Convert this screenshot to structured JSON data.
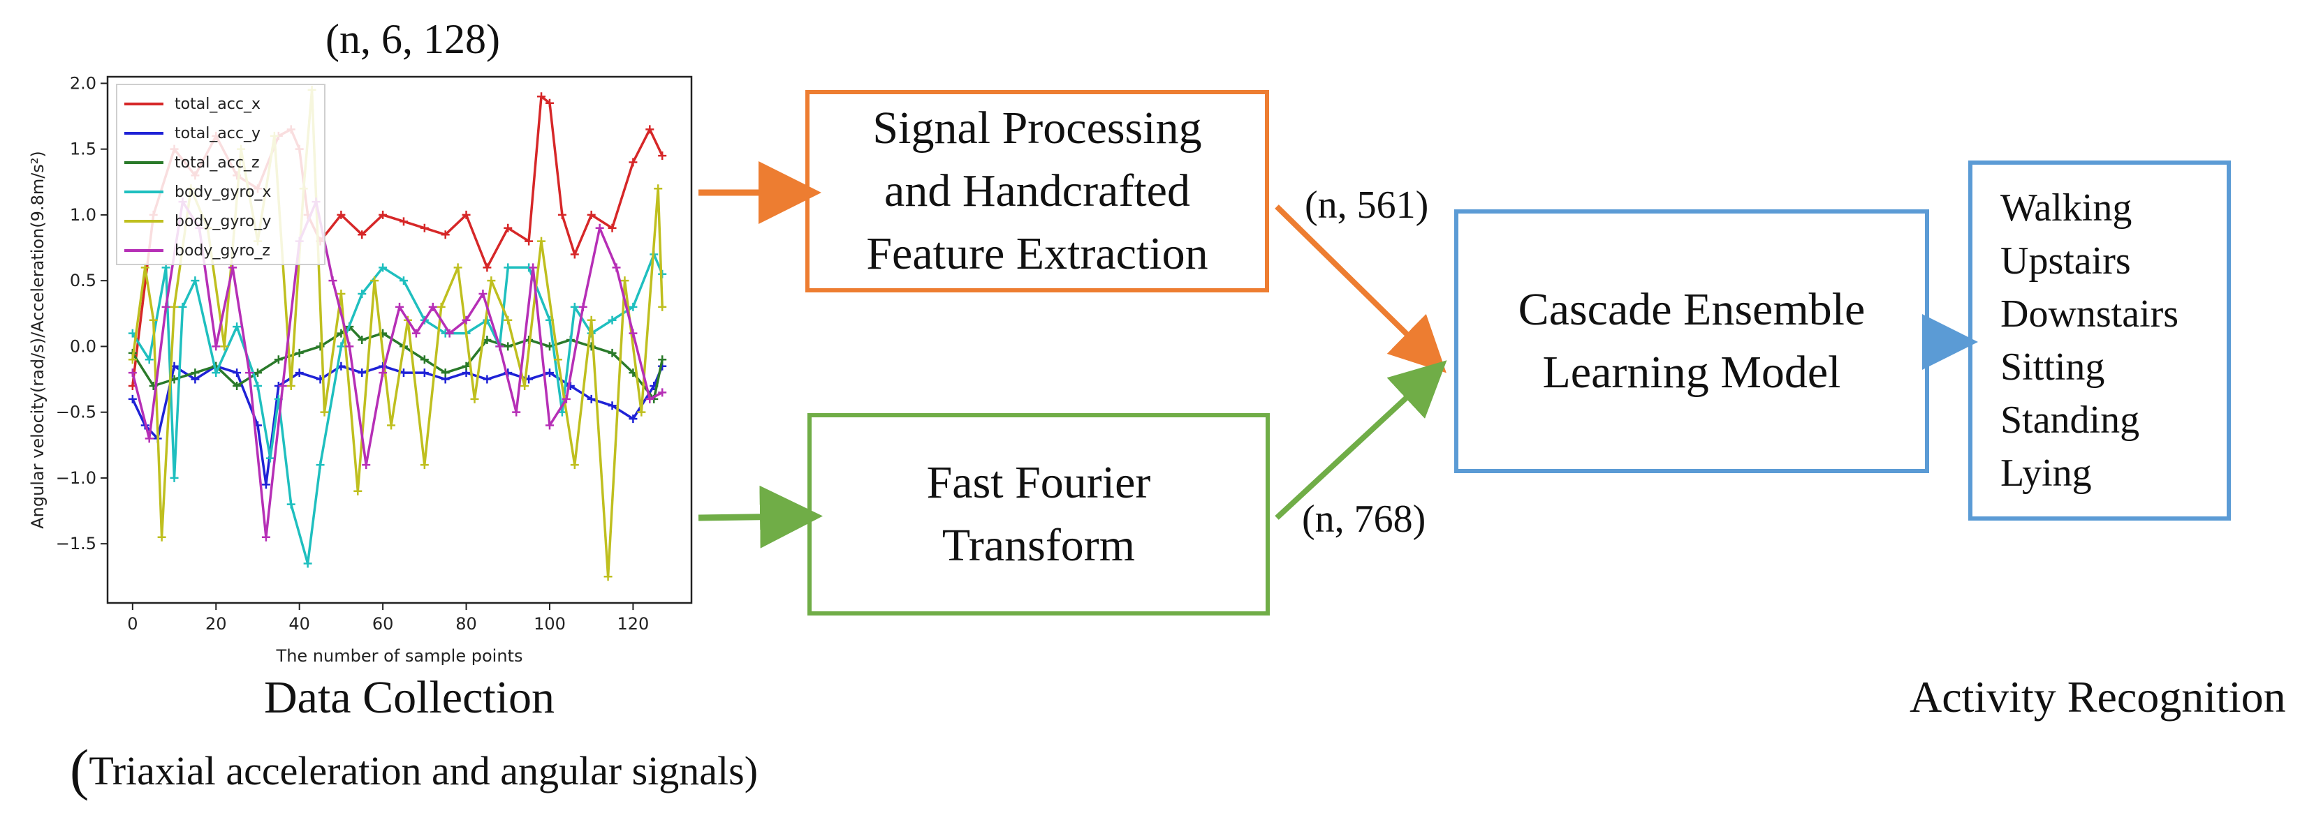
{
  "chart_data": {
    "type": "line",
    "xlabel": "The number of sample points",
    "ylabel": "Angular velocity(rad/s)/Acceleration(9.8m/s²)",
    "xlim": [
      -6,
      134
    ],
    "ylim": [
      -1.95,
      2.05
    ],
    "xticks": [
      0,
      20,
      40,
      60,
      80,
      100,
      120
    ],
    "yticks": [
      2.0,
      1.5,
      1.0,
      0.5,
      0.0,
      -0.5,
      -1.0,
      -1.5
    ],
    "ytick_labels": [
      "2.0",
      "1.5",
      "1.0",
      "0.5",
      "0.0",
      "−0.5",
      "−1.0",
      "−1.5"
    ],
    "grid": false,
    "legend_position": "top-left",
    "series": [
      {
        "name": "total_acc_x",
        "color": "#d62728",
        "x": [
          0,
          5,
          10,
          15,
          20,
          25,
          30,
          35,
          38,
          40,
          42,
          45,
          50,
          55,
          60,
          65,
          70,
          75,
          80,
          85,
          90,
          95,
          98,
          100,
          103,
          106,
          110,
          115,
          120,
          124,
          127
        ],
        "values": [
          -0.3,
          1.0,
          1.5,
          1.3,
          1.6,
          1.3,
          1.2,
          1.6,
          1.65,
          1.5,
          1.0,
          0.8,
          1.0,
          0.85,
          1.0,
          0.95,
          0.9,
          0.85,
          1.0,
          0.6,
          0.9,
          0.8,
          1.9,
          1.85,
          1.0,
          0.7,
          1.0,
          0.9,
          1.4,
          1.65,
          1.45
        ]
      },
      {
        "name": "total_acc_y",
        "color": "#1f22d6",
        "x": [
          0,
          3,
          6,
          10,
          15,
          20,
          25,
          30,
          32,
          35,
          40,
          45,
          50,
          55,
          60,
          65,
          70,
          75,
          80,
          85,
          90,
          95,
          100,
          105,
          110,
          115,
          120,
          125,
          127
        ],
        "values": [
          -0.4,
          -0.6,
          -0.7,
          -0.15,
          -0.25,
          -0.15,
          -0.2,
          -0.6,
          -1.05,
          -0.3,
          -0.2,
          -0.25,
          -0.15,
          -0.2,
          -0.15,
          -0.2,
          -0.2,
          -0.25,
          -0.2,
          -0.25,
          -0.2,
          -0.25,
          -0.2,
          -0.3,
          -0.4,
          -0.45,
          -0.55,
          -0.3,
          -0.15
        ]
      },
      {
        "name": "total_acc_z",
        "color": "#2a7a2a",
        "x": [
          0,
          5,
          10,
          15,
          20,
          25,
          30,
          35,
          40,
          45,
          50,
          52,
          55,
          60,
          65,
          70,
          75,
          80,
          85,
          90,
          95,
          100,
          105,
          110,
          115,
          120,
          125,
          127
        ],
        "values": [
          -0.05,
          -0.3,
          -0.25,
          -0.2,
          -0.15,
          -0.3,
          -0.2,
          -0.1,
          -0.05,
          0.0,
          0.1,
          0.15,
          0.05,
          0.1,
          0.0,
          -0.1,
          -0.2,
          -0.15,
          0.05,
          0.0,
          0.05,
          0.0,
          0.05,
          0.0,
          -0.05,
          -0.2,
          -0.4,
          -0.1
        ]
      },
      {
        "name": "body_gyro_x",
        "color": "#1fbfbf",
        "x": [
          0,
          4,
          8,
          10,
          12,
          15,
          20,
          25,
          30,
          33,
          35,
          38,
          42,
          45,
          50,
          55,
          60,
          65,
          70,
          75,
          80,
          85,
          88,
          90,
          95,
          100,
          103,
          106,
          110,
          115,
          120,
          125,
          127
        ],
        "values": [
          0.1,
          -0.1,
          0.6,
          -1.0,
          0.3,
          0.5,
          -0.2,
          0.15,
          -0.3,
          -0.85,
          -0.4,
          -1.2,
          -1.65,
          -0.9,
          0.0,
          0.4,
          0.6,
          0.5,
          0.2,
          0.1,
          0.1,
          0.2,
          0.0,
          0.6,
          0.6,
          0.2,
          -0.5,
          0.3,
          0.1,
          0.2,
          0.3,
          0.7,
          0.55
        ]
      },
      {
        "name": "body_gyro_y",
        "color": "#bfbf1f",
        "x": [
          0,
          3,
          5,
          7,
          10,
          14,
          18,
          22,
          26,
          30,
          34,
          38,
          41,
          43,
          46,
          50,
          54,
          58,
          62,
          66,
          70,
          74,
          78,
          82,
          86,
          90,
          94,
          98,
          102,
          106,
          110,
          114,
          118,
          122,
          126,
          127
        ],
        "values": [
          -0.1,
          0.6,
          0.2,
          -1.45,
          0.3,
          1.2,
          0.9,
          0.0,
          1.5,
          0.8,
          1.6,
          -0.3,
          1.2,
          1.95,
          -0.5,
          0.4,
          -1.1,
          0.5,
          -0.6,
          0.2,
          -0.9,
          0.3,
          0.6,
          -0.4,
          0.5,
          0.2,
          -0.3,
          0.8,
          -0.1,
          -0.9,
          0.2,
          -1.75,
          0.5,
          -0.5,
          1.2,
          0.3
        ]
      },
      {
        "name": "body_gyro_z",
        "color": "#b62fb6",
        "x": [
          0,
          4,
          8,
          12,
          16,
          20,
          24,
          28,
          32,
          36,
          40,
          44,
          48,
          52,
          56,
          60,
          64,
          68,
          72,
          76,
          80,
          84,
          88,
          92,
          96,
          100,
          104,
          108,
          112,
          116,
          120,
          124,
          127
        ],
        "values": [
          -0.2,
          -0.7,
          0.3,
          1.1,
          0.9,
          0.0,
          0.6,
          -0.2,
          -1.45,
          -0.3,
          0.8,
          1.1,
          0.5,
          0.0,
          -0.9,
          -0.2,
          0.3,
          0.1,
          0.3,
          0.1,
          0.2,
          0.4,
          0.0,
          -0.5,
          0.6,
          -0.6,
          -0.4,
          0.3,
          0.9,
          0.6,
          0.1,
          -0.4,
          -0.35
        ]
      }
    ]
  },
  "diagram": {
    "input_shape": "(n, 6, 128)",
    "data_collection": "Data Collection",
    "data_collection_sub": "Triaxial acceleration and angular signals",
    "box_signal_lines": [
      "Signal Processing",
      "and Handcrafted",
      "Feature Extraction"
    ],
    "box_fft_lines": [
      "Fast Fourier",
      "Transform"
    ],
    "shape_561": "(n, 561)",
    "shape_768": "(n, 768)",
    "box_cascade_lines": [
      "Cascade Ensemble",
      "Learning Model"
    ],
    "activities": [
      "Walking",
      "Upstairs",
      "Downstairs",
      "Sitting",
      "Standing",
      "Lying"
    ],
    "activity_recognition": "Activity Recognition",
    "colors": {
      "orange": "#ed7d31",
      "green": "#70ad47",
      "blue": "#5b9bd5"
    }
  }
}
